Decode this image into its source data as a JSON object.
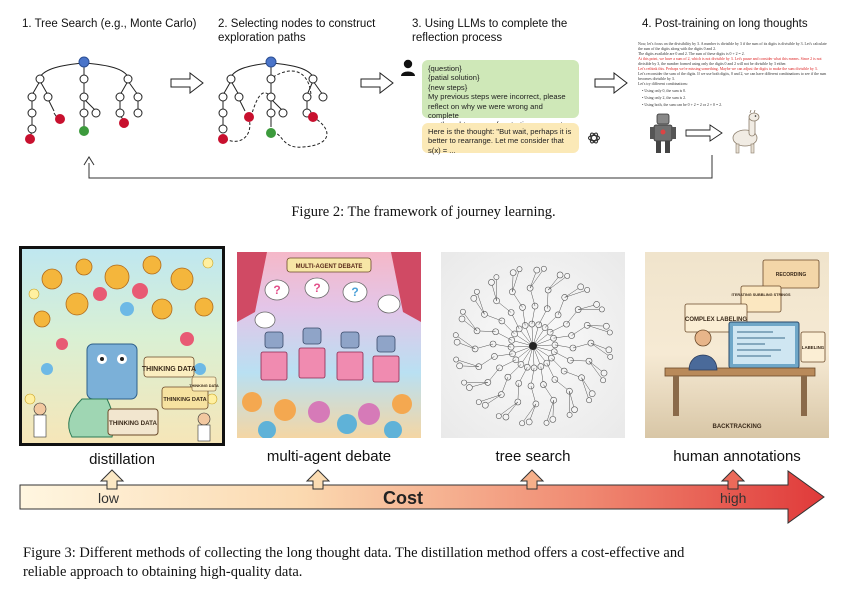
{
  "figure2": {
    "steps": [
      {
        "line1": "1. Tree Search (e.g., Monte Carlo)",
        "line2": ""
      },
      {
        "line1": "2. Selecting nodes to construct",
        "line2": "exploration paths"
      },
      {
        "line1": "3. Using LLMs to complete the",
        "line2": "reflection process"
      },
      {
        "line1": "4. Post-training on long thoughts",
        "line2": ""
      }
    ],
    "prompt_bubble": [
      "{question}",
      "{patial solution}",
      "{new steps}",
      "My previous steps were incorrect, please",
      "reflect on why we were wrong and complete",
      "my thought process for starting a new step"
    ],
    "reply_bubble": [
      "Here is the thought: \"But wait, perhaps it is",
      "better to rearrange. Let me consider that",
      "s(x) = ..."
    ],
    "paper_lines": [
      "Now, let's focus on the divisibility by 3. A number is divisible by 3 if the sum of its digits is divisible by 3. Let's calculate",
      "the sum of the digits along with the digits 0 and 2.",
      "The digits available are 0 and 2. The sum of these digits is 0 + 2 = 2.",
      "At this point, we have a sum of 2, which is not divisible by 3. Let's pause and consider what this means. Since 2 is not",
      "divisible by 3, the number formed using only the digits 0 and 2 will not be divisible by 3 either.",
      "Let's rethink this. Perhaps we're missing something. Maybe we can adjust the digits to make the sum divisible by 3.",
      "Let's reconsider the sum of the digits. If we use both digits, 0 and 2, we can have different combinations to see if the sum",
      "becomes divisible by 3.",
      "Let's try different combinations:",
      "• Using only 0, the sum is 0.",
      "• Using only 2, the sum is 2.",
      "• Using both, the sum can be 0 + 2 = 2 or 2 + 0 = 2."
    ],
    "caption": "Figure 2: The framework of journey learning."
  },
  "figure3": {
    "methods": [
      "distillation",
      "multi-agent debate",
      "tree search",
      "human annotations"
    ],
    "image_texts": {
      "distillation": [
        "THINKING DATA",
        "THINKING DATA",
        "THINKING DATA",
        "THINKING DATA"
      ],
      "debate": "MULTI-AGENT DEBATE",
      "annotation": [
        "COMPLEX LABELING",
        "ITERATING SUBBLING STRINGS",
        "RECORDING",
        "LABELING",
        "BACKTRACKING"
      ]
    },
    "cost_label": "Cost",
    "low_label": "low",
    "high_label": "high",
    "caption_line1": "Figure 3: Different methods of collecting the long thought data. The distillation method offers a cost-effective and",
    "caption_line2": "reliable approach to obtaining high-quality data."
  },
  "colors": {
    "node_blue": "#4a74c9",
    "node_red": "#c8102e",
    "node_green": "#3c9a3c",
    "prompt_bubble": "#cfe8b8",
    "reply_bubble": "#fbe9b7",
    "arrow_light": "#fff6e0",
    "arrow_dark": "#e03a3a"
  }
}
